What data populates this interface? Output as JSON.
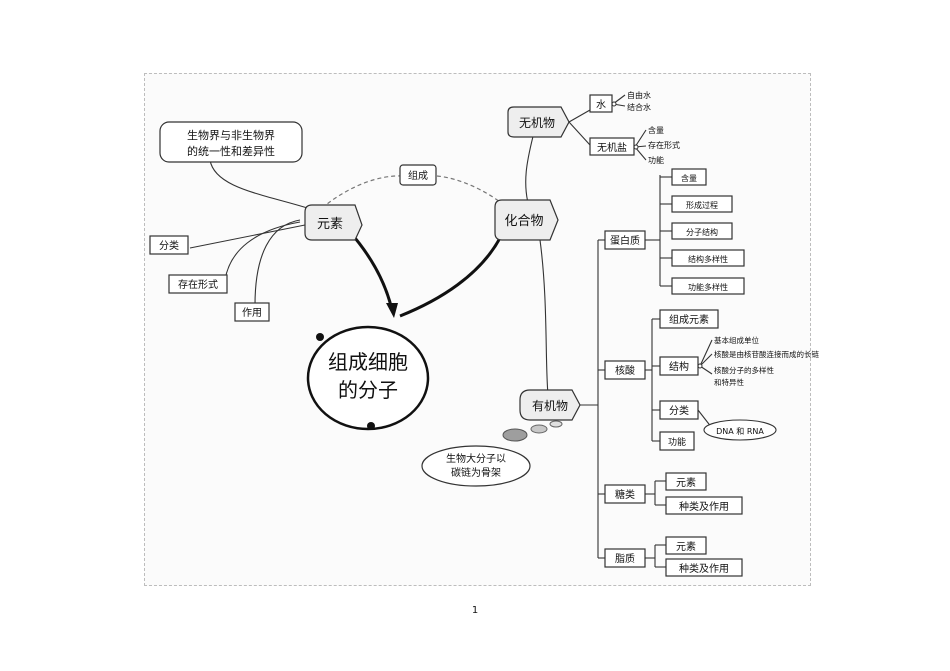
{
  "center": {
    "line1": "组成细胞",
    "line2": "的分子"
  },
  "unity": {
    "line1": "生物界与非生物界",
    "line2": "的统一性和差异性"
  },
  "elements": {
    "label": "元素",
    "children": [
      "分类",
      "存在形式",
      "作用"
    ]
  },
  "link_label": "组成",
  "compounds": {
    "label": "化合物"
  },
  "inorganic": {
    "label": "无机物",
    "water": {
      "label": "水",
      "children": [
        "自由水",
        "结合水"
      ]
    },
    "salt": {
      "label": "无机盐",
      "children": [
        "含量",
        "存在形式",
        "功能"
      ]
    }
  },
  "organic": {
    "label": "有机物",
    "bubble": {
      "line1": "生物大分子以",
      "line2": "碳链为骨架"
    },
    "protein": {
      "label": "蛋白质",
      "children": [
        "含量",
        "形成过程",
        "分子结构",
        "结构多样性",
        "功能多样性"
      ]
    },
    "nucleic": {
      "label": "核酸",
      "composition": "组成元素",
      "structure": {
        "label": "结构",
        "details": [
          "基本组成单位",
          "核酸是由核苷酸连接而成的长链",
          "核酸分子的多样性",
          "和特异性"
        ]
      },
      "classification": {
        "label": "分类",
        "types": "DNA 和 RNA"
      },
      "function": "功能"
    },
    "sugar": {
      "label": "糖类",
      "children": [
        "元素",
        "种类及作用"
      ]
    },
    "lipid": {
      "label": "脂质",
      "children": [
        "元素",
        "种类及作用"
      ]
    }
  },
  "page_number": "1"
}
